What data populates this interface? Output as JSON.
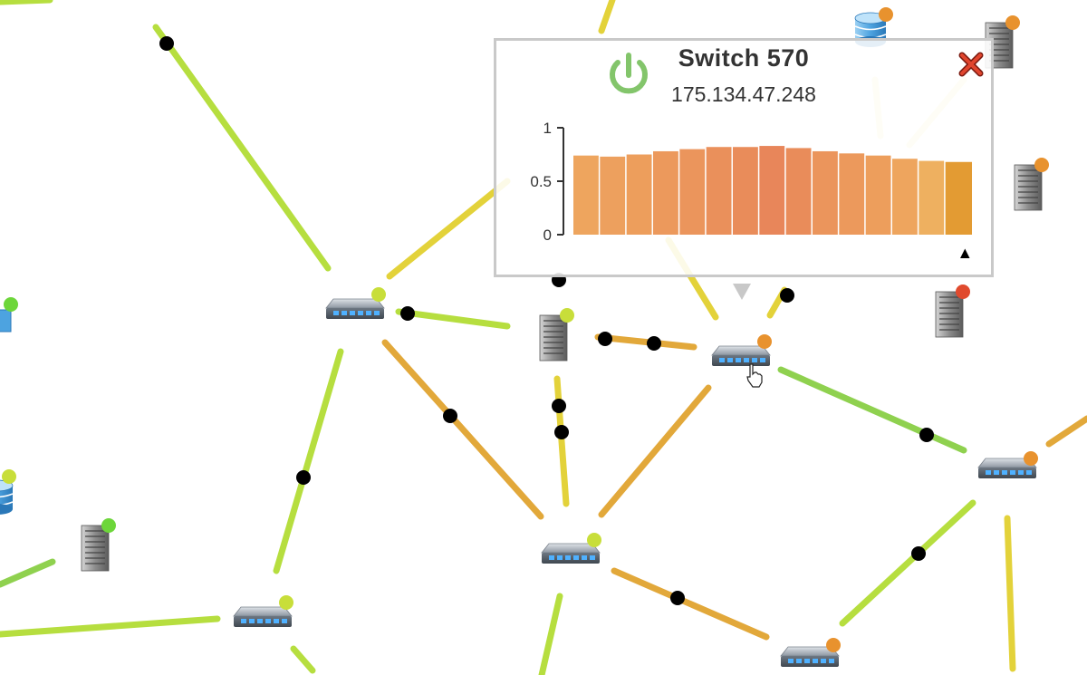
{
  "popup": {
    "title": "Switch 570",
    "ip": "175.134.47.248",
    "power_icon": "power-icon",
    "close_icon": "close-icon"
  },
  "chart_data": {
    "type": "bar",
    "ylim": [
      0,
      1
    ],
    "yticks": [
      "1",
      "0.5",
      "0"
    ],
    "values": [
      0.74,
      0.73,
      0.75,
      0.78,
      0.8,
      0.82,
      0.82,
      0.83,
      0.81,
      0.78,
      0.76,
      0.74,
      0.71,
      0.69,
      0.68
    ],
    "colors": [
      "#EEA55E",
      "#EDA05E",
      "#ED9E5C",
      "#EC995C",
      "#EB955C",
      "#EA905B",
      "#E98C5A",
      "#E8865A",
      "#E98C5A",
      "#EB955C",
      "#EC995C",
      "#ED9E5C",
      "#EEA55E",
      "#EEB060",
      "#E39B33"
    ],
    "selected_marker": "▲"
  },
  "colors": {
    "green": "#8FD14F",
    "lime": "#B6DE3F",
    "yellow": "#E3D23A",
    "orange": "#E2A83A",
    "status_orange": "#E8922E",
    "status_lime": "#C8DE3A",
    "status_green": "#6DD63A",
    "status_red": "#E04A2E"
  }
}
